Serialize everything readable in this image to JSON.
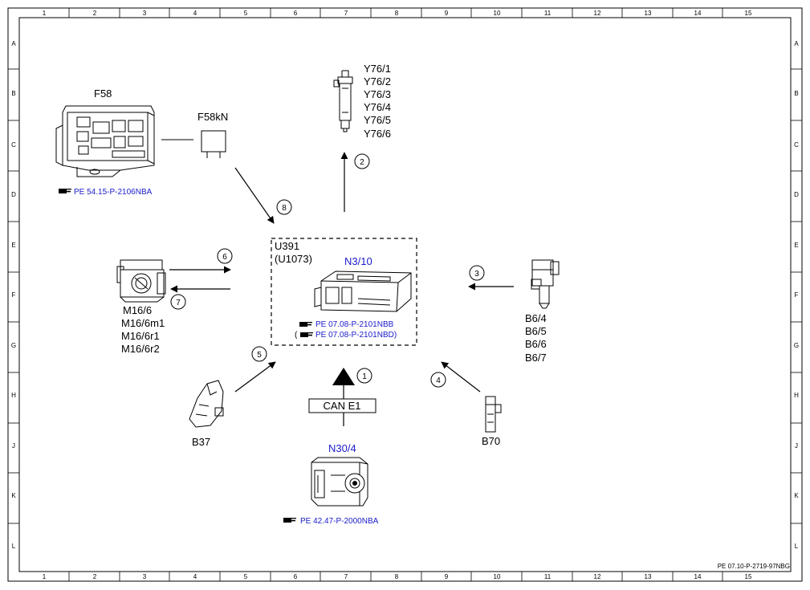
{
  "frame": {
    "columns": [
      "1",
      "2",
      "3",
      "4",
      "5",
      "6",
      "7",
      "8",
      "9",
      "10",
      "11",
      "12",
      "13",
      "14",
      "15"
    ],
    "rows": [
      "A",
      "B",
      "C",
      "D",
      "E",
      "F",
      "G",
      "H",
      "J",
      "K",
      "L"
    ],
    "doc_id": "PE 07.10-P-2719-97NBG"
  },
  "components": {
    "f58": {
      "label": "F58",
      "ref": "PE 54.15-P-2106NBA"
    },
    "f58kn": {
      "label": "F58kN"
    },
    "injectors": {
      "labels": [
        "Y76/1",
        "Y76/2",
        "Y76/3",
        "Y76/4",
        "Y76/5",
        "Y76/6"
      ]
    },
    "ecu": {
      "group_line1": "U391",
      "group_line2": "(U1073)",
      "label": "N3/10",
      "ref1": "PE 07.08-P-2101NBB",
      "ref2_open": "(",
      "ref2": "PE 07.08-P-2101NBD)"
    },
    "throttle": {
      "labels": [
        "M16/6",
        "M16/6m1",
        "M16/6r1",
        "M16/6r2"
      ]
    },
    "sensor_b6": {
      "labels": [
        "B6/4",
        "B6/5",
        "B6/6",
        "B6/7"
      ]
    },
    "pedal": {
      "label": "B37"
    },
    "sensor_b70": {
      "label": "B70"
    },
    "can": {
      "label": "CAN E1"
    },
    "esp": {
      "label": "N30/4",
      "ref": "PE 42.47-P-2000NBA"
    }
  },
  "connections": [
    "1",
    "2",
    "3",
    "4",
    "5",
    "6",
    "7",
    "8"
  ],
  "colors": {
    "link": "#1a1acc",
    "line": "#000000"
  }
}
